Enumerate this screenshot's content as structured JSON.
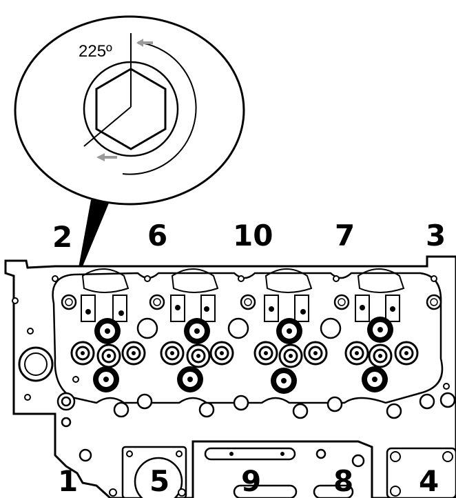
{
  "diagram": {
    "angle_label": "225º",
    "sequence_labels": {
      "n1": "1",
      "n2": "2",
      "n3": "3",
      "n4": "4",
      "n5": "5",
      "n6": "6",
      "n7": "7",
      "n8": "8",
      "n9": "9",
      "n10": "10"
    },
    "colors": {
      "line": "#000000",
      "arrow": "#9a9a9a",
      "background": "#ffffff"
    }
  }
}
